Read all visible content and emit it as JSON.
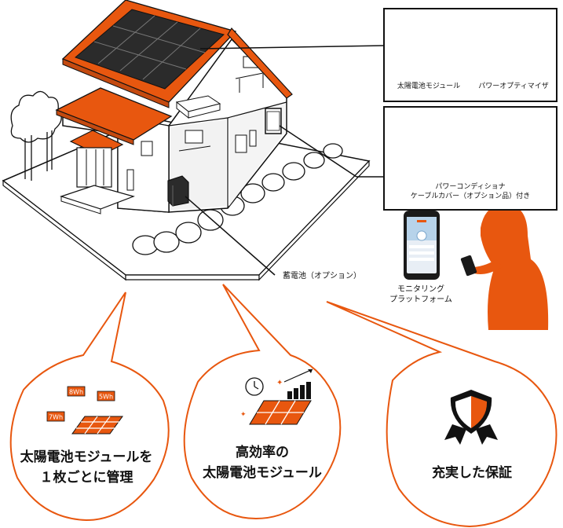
{
  "colors": {
    "accent": "#e8570f",
    "panel": "#2b2b2b",
    "outline": "#111111",
    "roof_shadow": "#c44a10"
  },
  "components": {
    "solar_module": "太陽電池モジュール",
    "optimizer": "パワーオプティマイザ",
    "inverter_line1": "パワーコンディショナ",
    "inverter_line2": "ケーブルカバー（オプション品）付き",
    "battery": "蓄電池（オプション）",
    "monitoring_line1": "モニタリング",
    "monitoring_line2": "プラットフォーム"
  },
  "features": [
    {
      "line1": "太陽電池モジュールを",
      "line2": "１枚ごとに管理",
      "icon": "per-module-management-icon",
      "tags": [
        "8Wh",
        "5Wh",
        "7Wh"
      ]
    },
    {
      "line1": "高効率の",
      "line2": "太陽電池モジュール",
      "icon": "high-efficiency-panel-icon"
    },
    {
      "line1": "充実した保証",
      "line2": "",
      "icon": "warranty-ribbon-icon"
    }
  ]
}
